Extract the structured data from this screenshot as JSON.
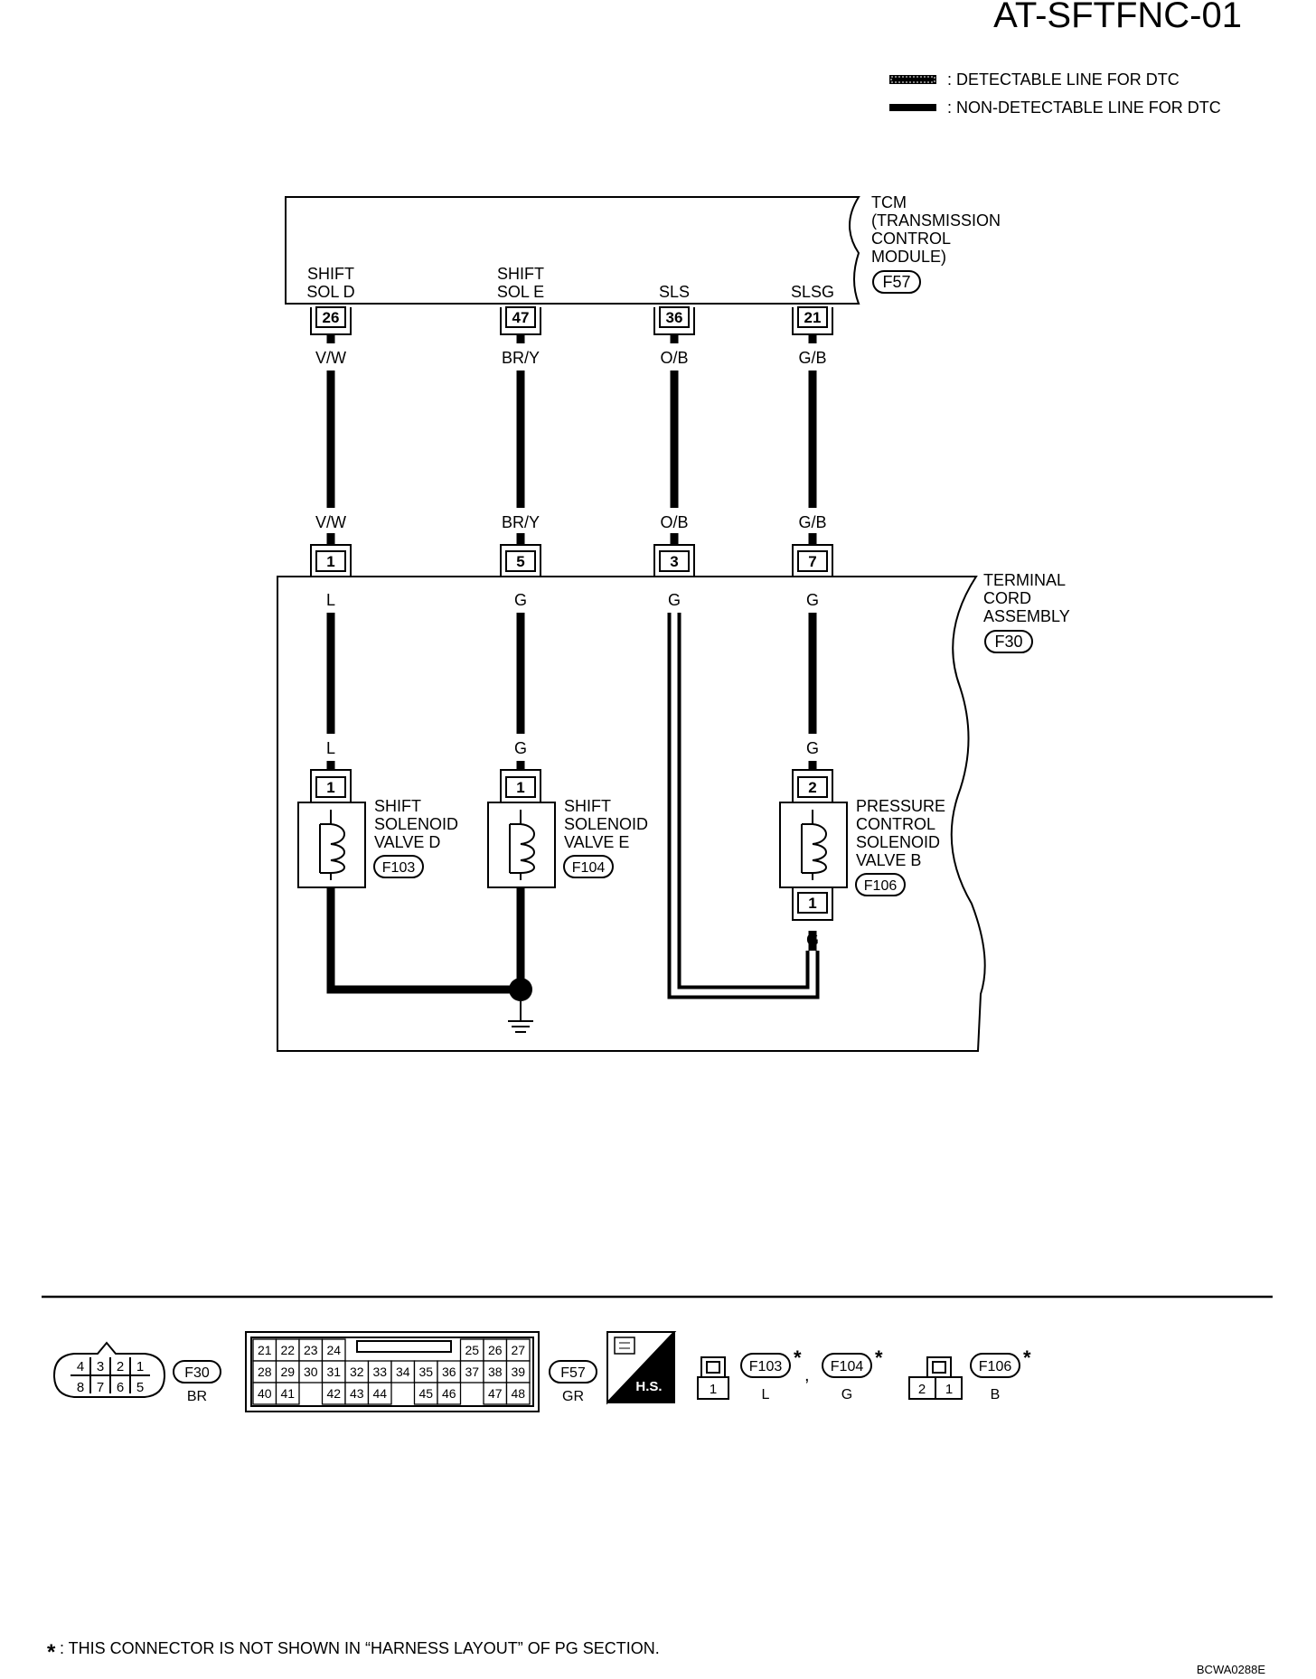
{
  "doc_id": "AT-SFTFNC-01",
  "figure_code": "BCWA0288E",
  "legend": [
    {
      "text": ": DETECTABLE LINE FOR DTC"
    },
    {
      "text": ": NON-DETECTABLE LINE FOR DTC"
    }
  ],
  "tcm": {
    "lines": [
      "TCM",
      "(TRANSMISSION",
      "CONTROL",
      "MODULE)"
    ],
    "connector": "F57",
    "terminals": [
      {
        "label1": "SHIFT",
        "label2": "SOL D",
        "pin": "26",
        "wire": "V/W"
      },
      {
        "label1": "SHIFT",
        "label2": "SOL E",
        "pin": "47",
        "wire": "BR/Y"
      },
      {
        "label1": "",
        "label2": "SLS",
        "pin": "36",
        "wire": "O/B"
      },
      {
        "label1": "",
        "label2": "SLSG",
        "pin": "21",
        "wire": "G/B"
      }
    ]
  },
  "terminal_cord": {
    "lines": [
      "TERMINAL",
      "CORD",
      "ASSEMBLY"
    ],
    "connector": "F30",
    "terminals": [
      {
        "pin": "1",
        "wire_top": "V/W",
        "wire_inner": "L"
      },
      {
        "pin": "5",
        "wire_top": "BR/Y",
        "wire_inner": "G"
      },
      {
        "pin": "3",
        "wire_top": "O/B",
        "wire_inner": "G"
      },
      {
        "pin": "7",
        "wire_top": "G/B",
        "wire_inner": "G"
      }
    ]
  },
  "solenoids": [
    {
      "lines": [
        "SHIFT",
        "SOLENOID",
        "VALVE D"
      ],
      "connector": "F103",
      "pin_top": "1",
      "wire": "L"
    },
    {
      "lines": [
        "SHIFT",
        "SOLENOID",
        "VALVE E"
      ],
      "connector": "F104",
      "pin_top": "1",
      "wire": "G"
    },
    {
      "lines": [
        "PRESSURE",
        "CONTROL",
        "SOLENOID",
        "VALVE B"
      ],
      "connector": "F106",
      "pin_top": "2",
      "pin_bottom": "1",
      "wire": "G",
      "wire_bottom": "G"
    }
  ],
  "connector_views": {
    "f30": {
      "name": "F30",
      "color": "BR",
      "row1": [
        "4",
        "3",
        "2",
        "1"
      ],
      "row2": [
        "8",
        "7",
        "6",
        "5"
      ]
    },
    "f57": {
      "name": "F57",
      "color": "GR",
      "row1a": [
        "21",
        "22",
        "23",
        "24"
      ],
      "row1b": [
        "25",
        "26",
        "27"
      ],
      "row2": [
        "28",
        "29",
        "30",
        "31",
        "32",
        "33",
        "34",
        "35",
        "36",
        "37",
        "38",
        "39"
      ],
      "row3a": [
        "40",
        "41"
      ],
      "row3b": [
        "42",
        "43",
        "44"
      ],
      "row3c": [
        "45",
        "46"
      ],
      "row3d": [
        "47",
        "48"
      ]
    },
    "hs_label": "H.S.",
    "f103": {
      "name": "F103",
      "color": "L",
      "pin": "1"
    },
    "f104": {
      "name": "F104",
      "color": "G"
    },
    "f106": {
      "name": "F106",
      "color": "B",
      "pins": [
        "2",
        "1"
      ]
    },
    "star": "*",
    "comma": ","
  },
  "footnote": {
    "star": "*",
    "text": ": THIS CONNECTOR IS NOT SHOWN IN “HARNESS LAYOUT” OF PG SECTION."
  }
}
